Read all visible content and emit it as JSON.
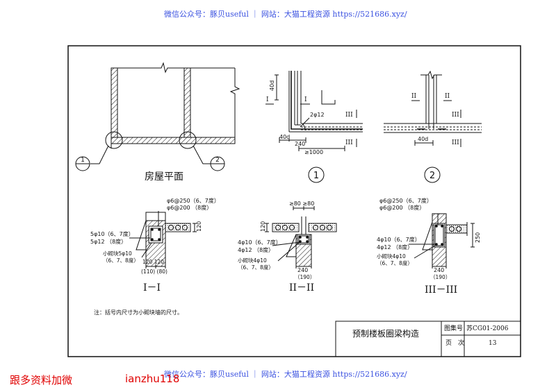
{
  "watermark": {
    "top": "微信公众号：豚贝useful ｜ 网站：大猫工程资源 https://521686.xyz/",
    "bottom": "微信公众号：豚贝useful ｜ 网站：大猫工程资源 https://521686.xyz/"
  },
  "footer_left": "跟多资料加微",
  "footer_right": "ianzhu118",
  "plan": {
    "caption": "房屋平面",
    "callout_1": "1",
    "callout_2": "2"
  },
  "detail1": {
    "dim_40d_v": "40d",
    "cut_I": "I",
    "cut_I_b": "I",
    "bar": "2φ12",
    "dim_40d_h": "40d",
    "dim_240": "240",
    "dim_1000": "≥1000",
    "cut_III_a": "III",
    "cut_III_b": "III",
    "circle": "1"
  },
  "detail2": {
    "cut_II_a": "II",
    "cut_II_b": "II",
    "cut_III_a": "III",
    "cut_III_b": "III",
    "dim_40d": "40d",
    "circle": "2"
  },
  "section1": {
    "stirrup_a": "φ6@250（6、7度）",
    "stirrup_b": "φ6@200 （8度）",
    "rebar_a": "5φ10（6、7度）",
    "rebar_b": "5φ12 （8度）",
    "block_a": "小砌块5φ10",
    "block_b": "（6、7、8度）",
    "dim_120": "120",
    "dim_w": "120 120",
    "dim_w2": "(110) (80)",
    "title": "I－I"
  },
  "section2": {
    "dim_80": "≥80 ≥80",
    "dim_120": "120",
    "rebar_a": "4φ10（6、7度）",
    "rebar_b": "4φ12 （8度）",
    "block_a": "小砌块4φ10",
    "block_b": "（6、7、8度）",
    "dim_240": "240",
    "dim_190": "（190）",
    "title": "II－II"
  },
  "section3": {
    "stirrup_a": "φ6@250（6、7度）",
    "stirrup_b": "φ6@200 （8度）",
    "rebar_a": "4φ10（6、7度）",
    "rebar_b": "4φ12 （8度）",
    "block_a": "小砌块4φ10",
    "block_b": "（6、7、8度）",
    "dim_250": "250",
    "dim_240": "240",
    "dim_190": "（190）",
    "title": "III－III"
  },
  "note": "注：括号内尺寸为小砌块墙的尺寸。",
  "titleblock": {
    "title": "预制楼板圈梁构造",
    "label_atlas": "图集号",
    "atlas_no": "苏CG01-2006",
    "label_page": "页　次",
    "page_no": "13"
  }
}
